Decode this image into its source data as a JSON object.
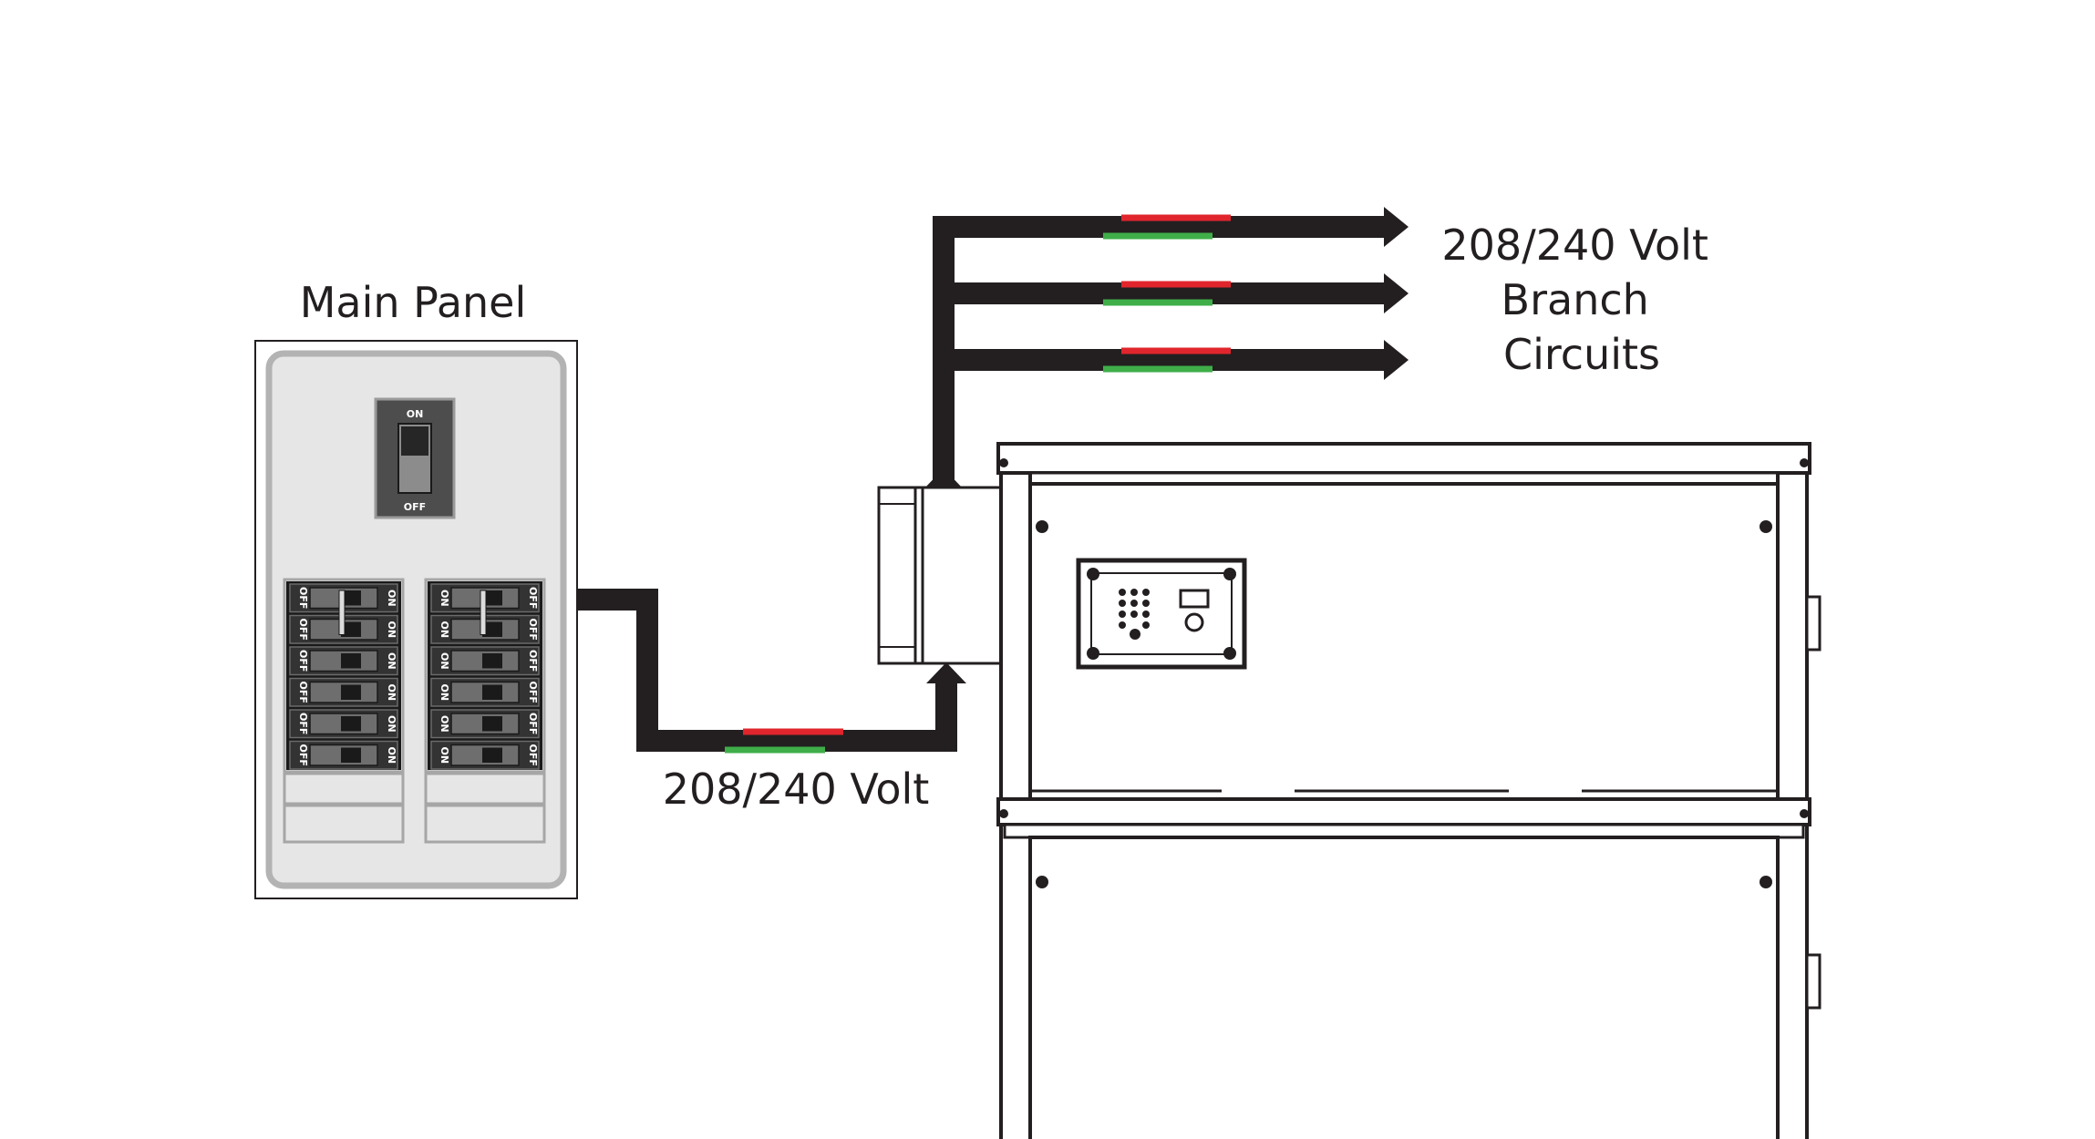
{
  "main_panel": {
    "title": "Main Panel",
    "main_breaker": {
      "on_label": "ON",
      "off_label": "OFF"
    },
    "left_column": {
      "off_label": "OFF",
      "on_label": "ON",
      "breaker_count": 6
    },
    "right_column": {
      "on_label": "ON",
      "off_label": "OFF",
      "breaker_count": 6
    }
  },
  "feed_label": "208/240 Volt",
  "branch_label": {
    "line1": "208/240 Volt",
    "line2": "Branch",
    "line3": "Circuits"
  },
  "colors": {
    "wire": "#231f20",
    "hot": "#e0262c",
    "ground": "#3fae49",
    "panel_fill": "#e6e6e6",
    "panel_border": "#b3b3b3",
    "breaker_dark": "#3a3a3a"
  }
}
